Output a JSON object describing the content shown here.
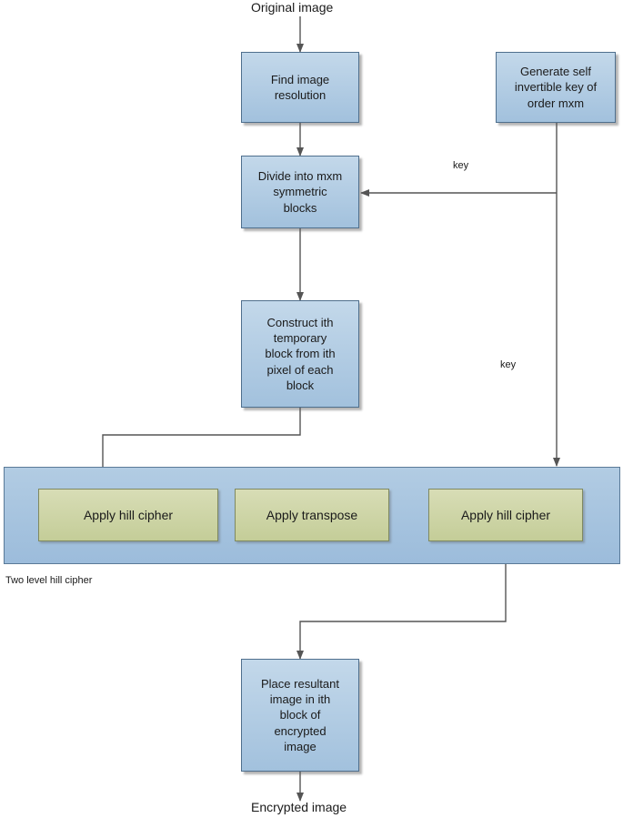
{
  "diagram": {
    "input_label": "Original image",
    "output_label": "Encrypted image",
    "nodes": {
      "find_resolution": [
        "Find image",
        "resolution"
      ],
      "generate_key": [
        "Generate self",
        "invertible key of",
        "order mxm"
      ],
      "divide_blocks": [
        "Divide into mxm",
        "symmetric",
        "blocks"
      ],
      "construct_block": [
        "Construct ith",
        "temporary",
        "block from ith",
        "pixel of each",
        "block"
      ],
      "apply_hill_1": "Apply hill cipher",
      "apply_transpose": "Apply transpose",
      "apply_hill_2": "Apply hill cipher",
      "place_result": [
        "Place resultant",
        "image in ith",
        "block of",
        "encrypted",
        "image"
      ]
    },
    "group_label": "Two level hill cipher",
    "edge_labels": {
      "key_upper": "key",
      "key_lower": "key"
    },
    "colors": {
      "blue_box": "#a9c6e0",
      "green_box": "#cdd4a4",
      "arrow": "#555555"
    }
  }
}
